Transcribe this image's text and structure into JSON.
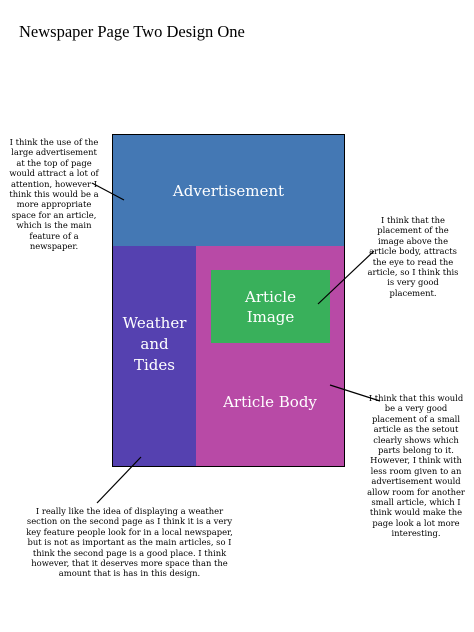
{
  "title": "Newspaper Page Two Design One",
  "colors": {
    "advertisement": "#4478b4",
    "weather": "#5541b0",
    "article_body": "#b84aa6",
    "article_image": "#39b05b",
    "text_on_block": "#ffffff"
  },
  "blocks": {
    "advertisement": "Advertisement",
    "weather": "Weather\nand\nTides",
    "article_image": "Article\nImage",
    "article_body": "Article Body"
  },
  "notes": {
    "advertisement": "I think the use of the large advertisement at the top of page would attract a lot of attention, however I think this would be a more appropriate space for an article, which is the main feature of a newspaper.",
    "article_image": "I think that the placement of the image above the article body, attracts the eye to read the article, so I think this is very good placement.",
    "article_body": "I think that this would be a very good placement of a small article as the setout clearly shows which parts belong to it. However, I think with less room given to an advertisement would allow room for another small article, which I think would make the page look a lot more interesting.",
    "weather": "I really like the idea of displaying a weather section on the second page as I think it is a very key feature people look for in a local newspaper, but is not as important as the main articles, so I think the second page is a good place. I think however, that it deserves more space than the amount that is has in this design."
  }
}
